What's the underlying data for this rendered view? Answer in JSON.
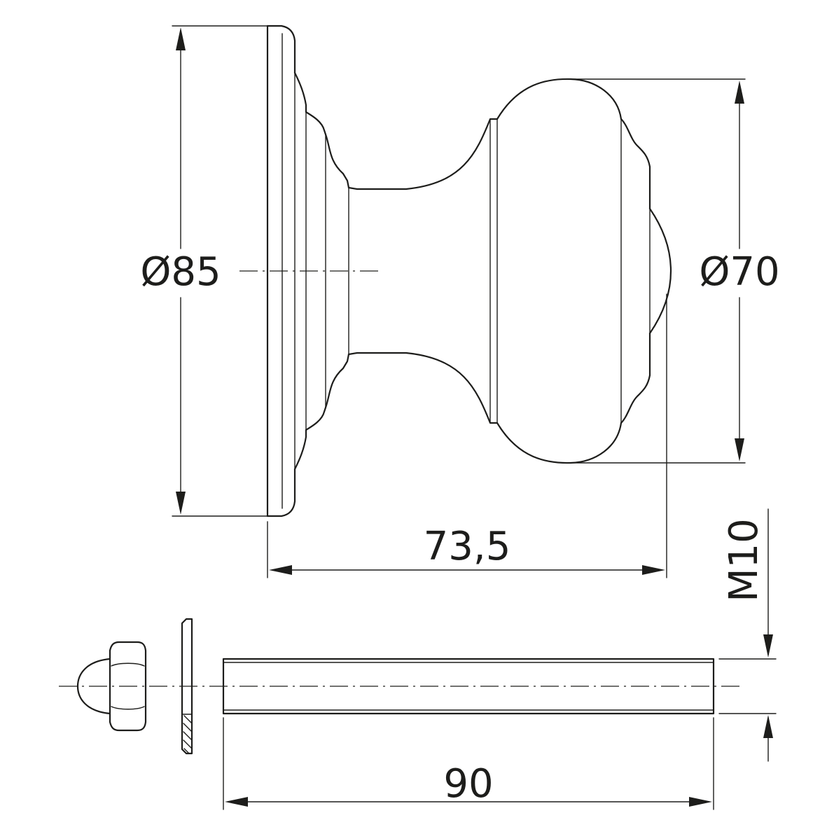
{
  "dimensions": {
    "base_diameter": "Ø85",
    "knob_diameter": "Ø70",
    "knob_projection": "73,5",
    "thread_size": "M10",
    "bolt_length": "90"
  }
}
